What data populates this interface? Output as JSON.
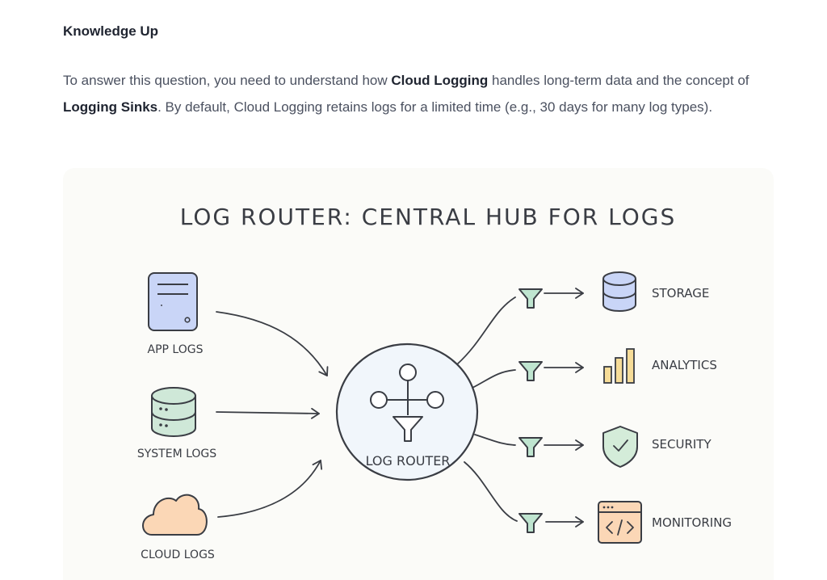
{
  "section": {
    "heading": "Knowledge Up",
    "paragraph": {
      "t1": "To answer this question, you need to understand how ",
      "b1": "Cloud Logging",
      "t2": " handles long-term data and the concept of ",
      "b2": "Logging Sinks",
      "t3": ". By default, Cloud Logging retains logs for a limited time (e.g., 30 days for many log types)."
    }
  },
  "diagram": {
    "title": "LOG ROUTER: CENTRAL HUB FOR LOGS",
    "hub_label": "LOG ROUTER",
    "sources": [
      {
        "label": "APP LOGS",
        "icon": "server-icon",
        "color": "#c9d5f7"
      },
      {
        "label": "SYSTEM LOGS",
        "icon": "database-icon",
        "color": "#cfe8d8"
      },
      {
        "label": "CLOUD LOGS",
        "icon": "cloud-icon",
        "color": "#fbd7b6"
      }
    ],
    "destinations": [
      {
        "label": "STORAGE",
        "icon": "storage-icon",
        "color": "#c9d5f7"
      },
      {
        "label": "ANALYTICS",
        "icon": "bar-chart-icon",
        "color": "#f6dc98"
      },
      {
        "label": "SECURITY",
        "icon": "shield-check-icon",
        "color": "#d4ecd9"
      },
      {
        "label": "MONITORING",
        "icon": "code-window-icon",
        "color": "#fbd7b6"
      }
    ],
    "filter_color": "#bfe5d0"
  }
}
